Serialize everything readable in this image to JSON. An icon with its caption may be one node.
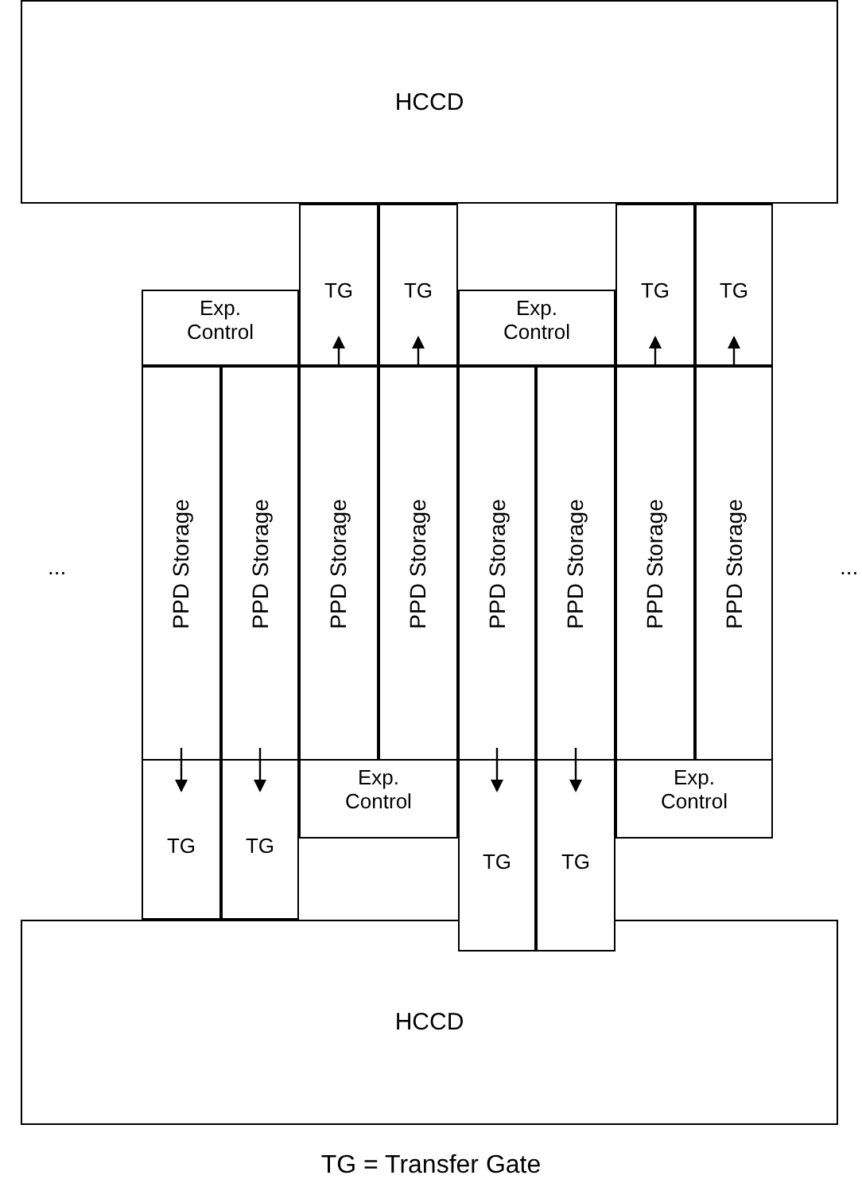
{
  "diagram": {
    "caption": "TG = Transfer Gate",
    "nodes": [
      {
        "text": [
          "HCCD"
        ]
      },
      {
        "text": [
          "TG"
        ]
      },
      {
        "text": [
          "TG"
        ]
      },
      {
        "text": [
          "TG"
        ]
      },
      {
        "text": [
          "TG"
        ]
      },
      {
        "text": [
          "Exp. Control"
        ]
      },
      {
        "text": [
          "Exp. Control"
        ]
      },
      {
        "text": [
          "PPD Storage"
        ]
      },
      {
        "text": [
          "PPD Storage"
        ]
      },
      {
        "text": [
          "PPD Storage"
        ]
      },
      {
        "text": [
          "PPD Storage"
        ]
      },
      {
        "text": [
          "PPD Storage"
        ]
      },
      {
        "text": [
          "PPD Storage"
        ]
      },
      {
        "text": [
          "PPD Storage"
        ]
      },
      {
        "text": [
          "PPD Storage"
        ]
      },
      {
        "text": [
          "TG"
        ]
      },
      {
        "text": [
          "TG"
        ]
      },
      {
        "text": [
          "Exp. Control"
        ]
      },
      {
        "text": [
          "TG"
        ]
      },
      {
        "text": [
          "TG"
        ]
      },
      {
        "text": [
          "Exp. Control"
        ]
      },
      {
        "text": [
          "HCCD"
        ]
      }
    ],
    "edges": [
      {
        "from": 9,
        "to": 1,
        "arrow": "to"
      },
      {
        "from": 10,
        "to": 2,
        "arrow": "to"
      },
      {
        "from": 13,
        "to": 3,
        "arrow": "to"
      },
      {
        "from": 14,
        "to": 4,
        "arrow": "to"
      },
      {
        "from": 7,
        "to": 15,
        "arrow": "to"
      },
      {
        "from": 8,
        "to": 16,
        "arrow": "to"
      },
      {
        "from": 11,
        "to": 18,
        "arrow": "to"
      },
      {
        "from": 12,
        "to": 19,
        "arrow": "to"
      }
    ],
    "labels": [
      "...",
      "..."
    ]
  }
}
